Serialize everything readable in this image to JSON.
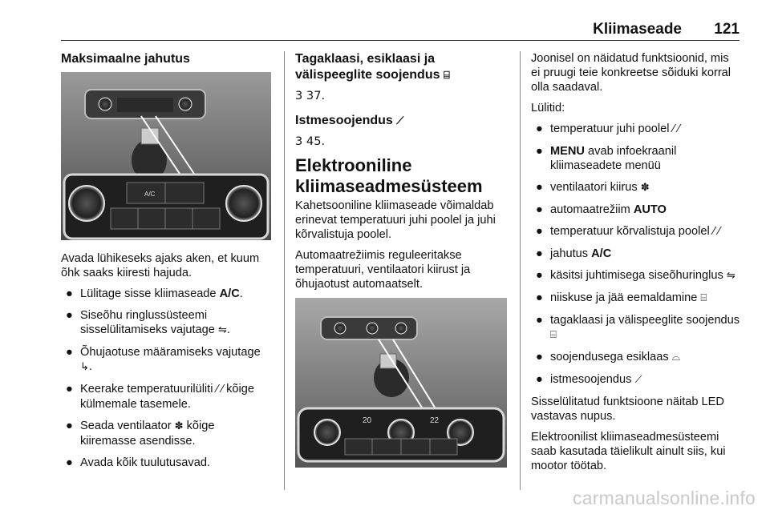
{
  "header": {
    "title": "Kliimaseade",
    "page_number": "121"
  },
  "col1": {
    "heading": "Maksimaalne jahutus",
    "photo_labels": {
      "ac": "A/C"
    },
    "intro": "Avada lühikeseks ajaks aken, et kuum õhk saaks kiiresti hajuda.",
    "bullets": [
      {
        "pre": "Lülitage sisse kliimaseade ",
        "bold": "A/C",
        "post": "."
      },
      {
        "pre": "Siseõhu ringlussüsteemi sisselülitamiseks vajutage ",
        "icon": "recirculation-icon",
        "glyph": "⇋",
        "post": "."
      },
      {
        "pre": "Õhujaotuse määramiseks vajutage ",
        "icon": "air-distribution-icon",
        "glyph": "↳",
        "post": "."
      },
      {
        "pre": "Keerake temperatuurilüliti ",
        "icon": "temperature-knob-icon",
        "glyph": "⁄ ⁄",
        "post": " kõige külmemale tasemele."
      },
      {
        "pre": "Seada ventilaator ",
        "icon": "fan-icon",
        "glyph": "✽",
        "post": " kõige kiiremasse asendisse."
      },
      {
        "pre": "Avada kõik tuulutusavad.",
        "icon": "",
        "glyph": "",
        "post": ""
      }
    ]
  },
  "col2": {
    "heading1": "Tagaklaasi, esiklaasi ja välispeeglite soojendus",
    "heading1_icon": "rear-defrost-icon",
    "ref1": "3 37.",
    "heading2": "Istmesoojendus",
    "heading2_icon": "seat-heating-icon",
    "ref2": "3 45.",
    "title": "Elektrooniline kliimaseadmesüsteem",
    "p1": "Kahetsooniline kliimaseade võimaldab erinevat temperatuuri juhi poolel ja juhi kõrvalistuja poolel.",
    "p2": "Automaatrežiimis reguleeritakse temperatuuri, ventilaatori kiirust ja õhujaotust automaatselt.",
    "photo_labels": {
      "temp_left": "20",
      "temp_right": "22"
    }
  },
  "col3": {
    "p1": "Joonisel on näidatud funktsioonid, mis ei pruugi teie konkreetse sõiduki korral olla saadaval.",
    "label": "Lülitid:",
    "bullets": [
      {
        "pre": "temperatuur juhi poolel ",
        "bold": "",
        "glyph": "⁄ ⁄",
        "post": ""
      },
      {
        "pre": "",
        "bold": "MENU",
        "glyph": "",
        "post": " avab infoekraanil kliimaseadete menüü"
      },
      {
        "pre": "ventilaatori kiirus ",
        "bold": "",
        "glyph": "✽",
        "post": ""
      },
      {
        "pre": "automaatrežiim ",
        "bold": "AUTO",
        "glyph": "",
        "post": ""
      },
      {
        "pre": "temperatuur kõrvalistuja poolel ",
        "bold": "",
        "glyph": "⁄ ⁄",
        "post": ""
      },
      {
        "pre": "jahutus ",
        "bold": "A/C",
        "glyph": "",
        "post": ""
      },
      {
        "pre": "käsitsi juhtimisega siseõhuringlus ",
        "bold": "",
        "glyph": "⇋",
        "post": ""
      },
      {
        "pre": "niiskuse ja jää eemaldamine ",
        "bold": "",
        "glyph": "⌸",
        "post": ""
      },
      {
        "pre": "tagaklaasi ja välispeeglite soojendus ",
        "bold": "",
        "glyph": "⌸",
        "post": ""
      },
      {
        "pre": "soojendusega esiklaas ",
        "bold": "",
        "glyph": "⌓",
        "post": ""
      },
      {
        "pre": "istmesoojendus ",
        "bold": "",
        "glyph": "⟋",
        "post": ""
      }
    ],
    "p2": "Sisselülitatud funktsioone näitab LED vastavas nupus.",
    "p3": "Elektroonilist kliimaseadmesüsteemi saab kasutada täielikult ainult siis, kui mootor töötab."
  },
  "watermark": "carmanualsonline.info"
}
